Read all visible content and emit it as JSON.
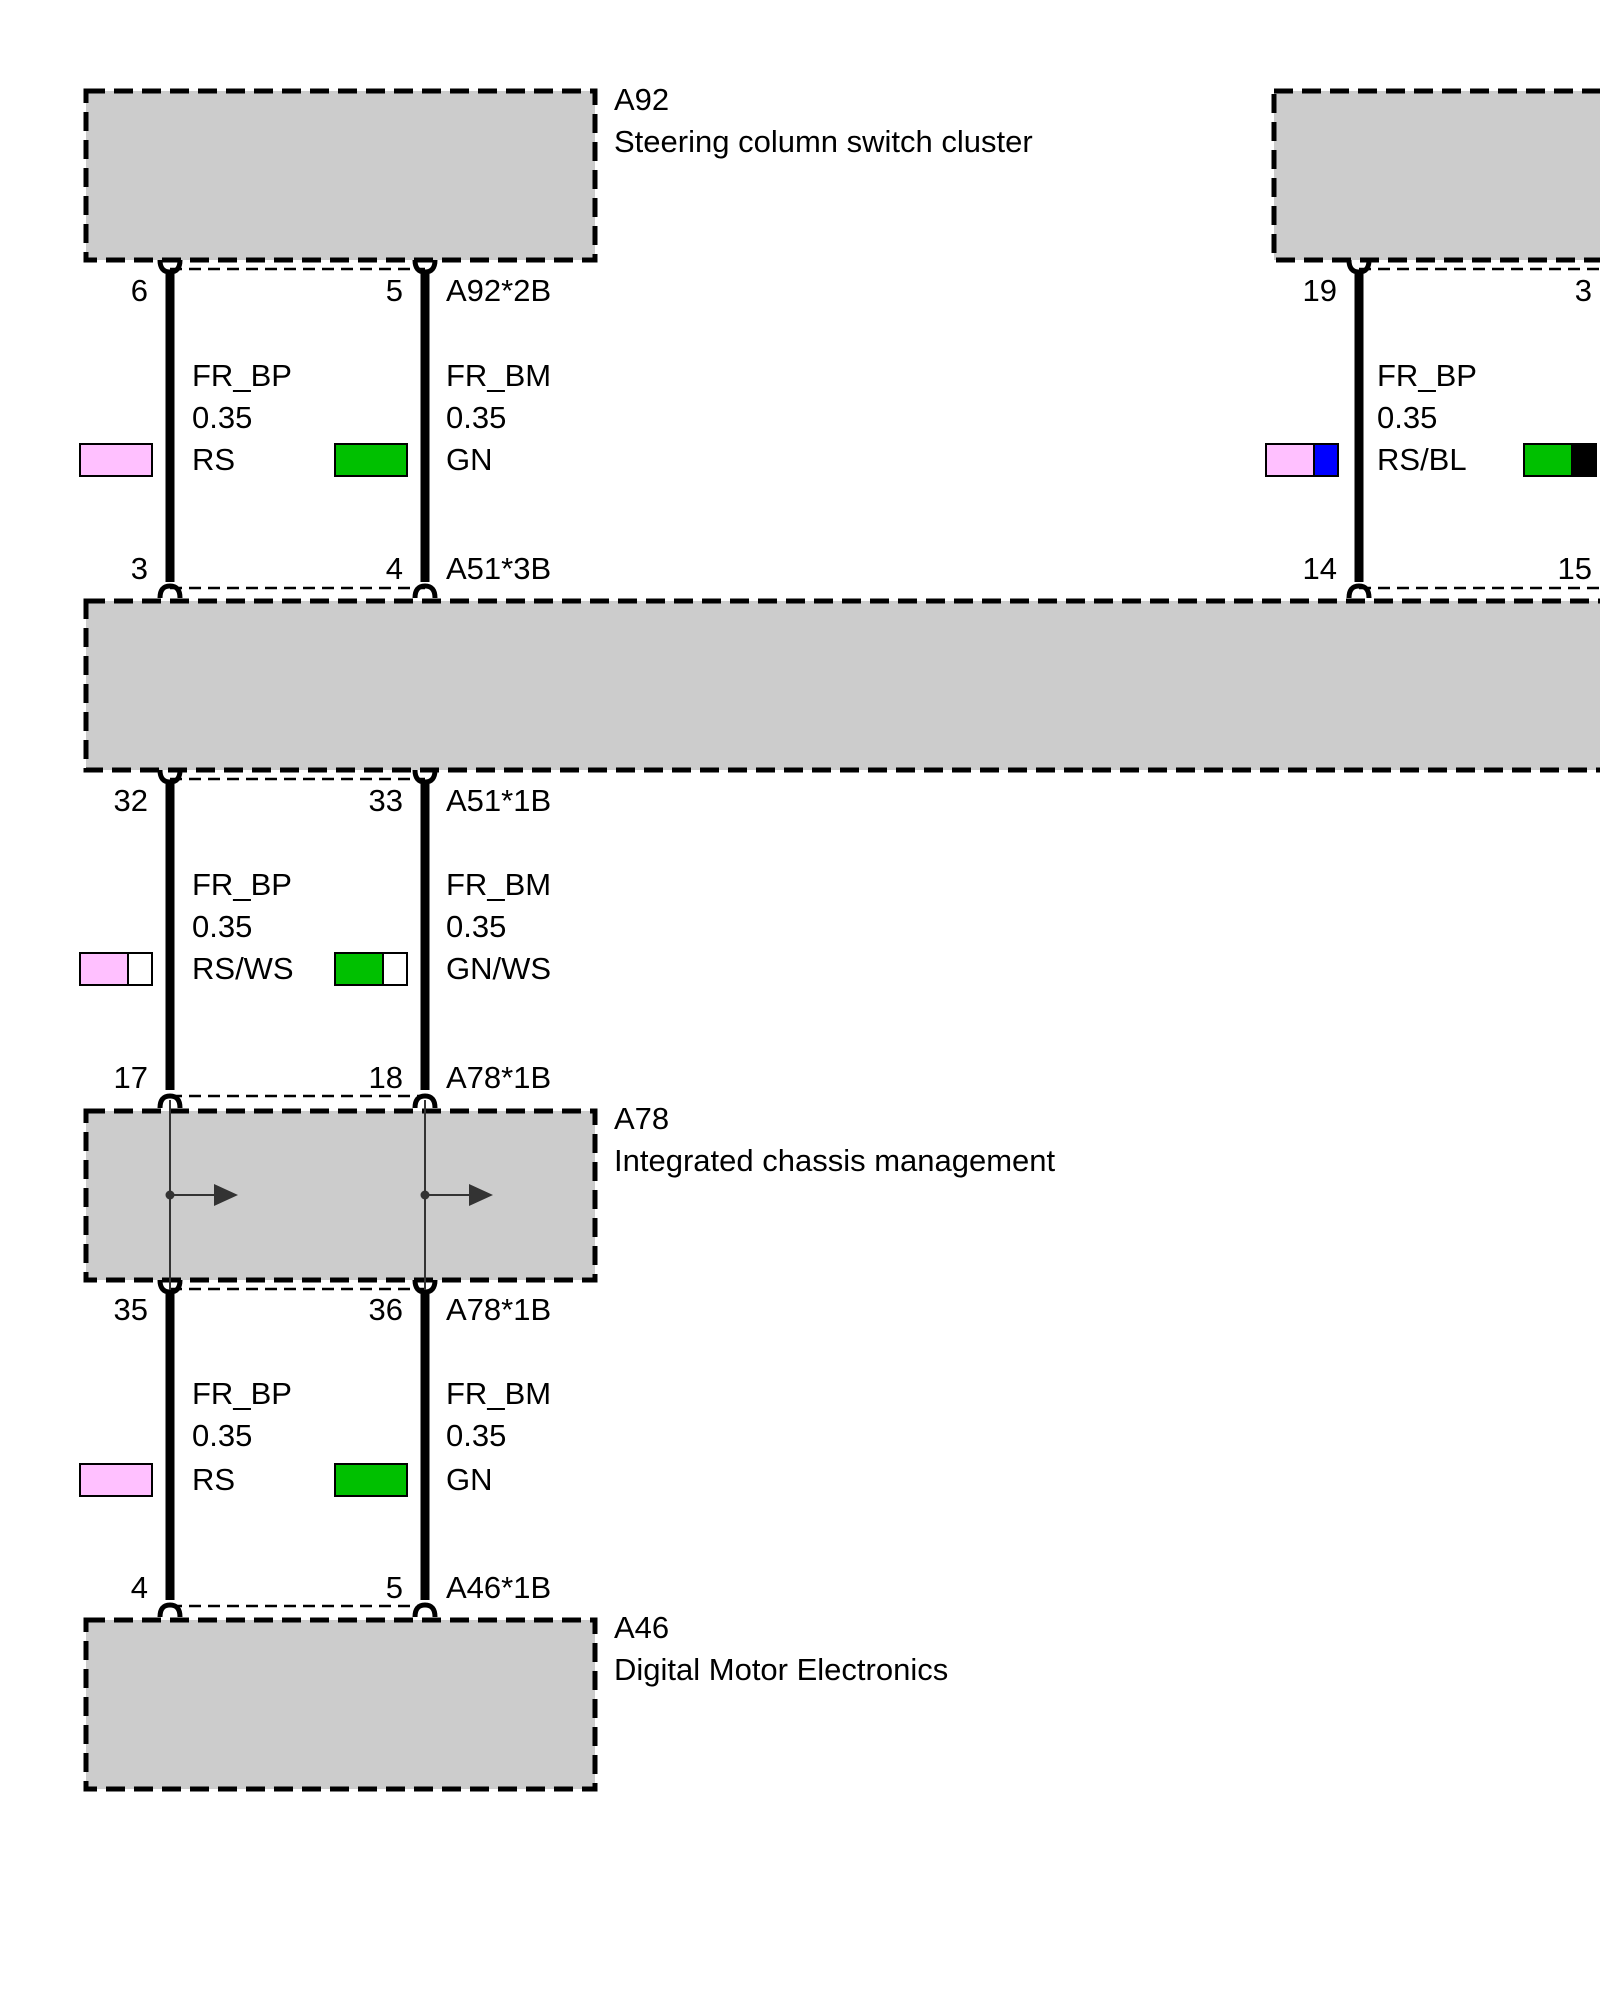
{
  "components": {
    "a92": {
      "id": "A92",
      "name": "Steering column switch cluster"
    },
    "a78": {
      "id": "A78",
      "name": "Integrated chassis management"
    },
    "a46": {
      "id": "A46",
      "name": "Digital Motor Electronics"
    }
  },
  "connectors": {
    "a92_2b": "A92*2B",
    "a51_3b": "A51*3B",
    "a51_1b": "A51*1B",
    "a78_1b_top": "A78*1B",
    "a78_1b_bottom": "A78*1B",
    "a46_1b": "A46*1B"
  },
  "pins": {
    "s1": {
      "left_top": "6",
      "right_top": "5",
      "left_bottom": "3",
      "right_bottom": "4"
    },
    "s2": {
      "left_top": "32",
      "right_top": "33",
      "left_bottom": "17",
      "right_bottom": "18"
    },
    "s3": {
      "left_top": "35",
      "right_top": "36",
      "left_bottom": "4",
      "right_bottom": "5"
    },
    "right": {
      "left_top": "19",
      "right_top": "3",
      "left_bottom": "14",
      "right_bottom": "15"
    }
  },
  "wires": {
    "s1_left": {
      "signal": "FR_BP",
      "gauge": "0.35",
      "color": "RS",
      "swatch": [
        "#ffc0ff"
      ]
    },
    "s1_right": {
      "signal": "FR_BM",
      "gauge": "0.35",
      "color": "GN",
      "swatch": [
        "#00c000"
      ]
    },
    "s2_left": {
      "signal": "FR_BP",
      "gauge": "0.35",
      "color": "RS/WS",
      "swatch": [
        "#ffc0ff",
        "#ffffff"
      ]
    },
    "s2_right": {
      "signal": "FR_BM",
      "gauge": "0.35",
      "color": "GN/WS",
      "swatch": [
        "#00c000",
        "#ffffff"
      ]
    },
    "s3_left": {
      "signal": "FR_BP",
      "gauge": "0.35",
      "color": "RS",
      "swatch": [
        "#ffc0ff"
      ]
    },
    "s3_right": {
      "signal": "FR_BM",
      "gauge": "0.35",
      "color": "GN",
      "swatch": [
        "#00c000"
      ]
    },
    "right_left": {
      "signal": "FR_BP",
      "gauge": "0.35",
      "color": "RS/BL",
      "swatch": [
        "#ffc0ff",
        "#0000ff"
      ]
    },
    "right_right": {
      "swatch": [
        "#00c000",
        "#000000"
      ]
    }
  },
  "colors": {
    "box_fill": "#cccccc",
    "wire": "#000000",
    "background": "#ffffff"
  }
}
